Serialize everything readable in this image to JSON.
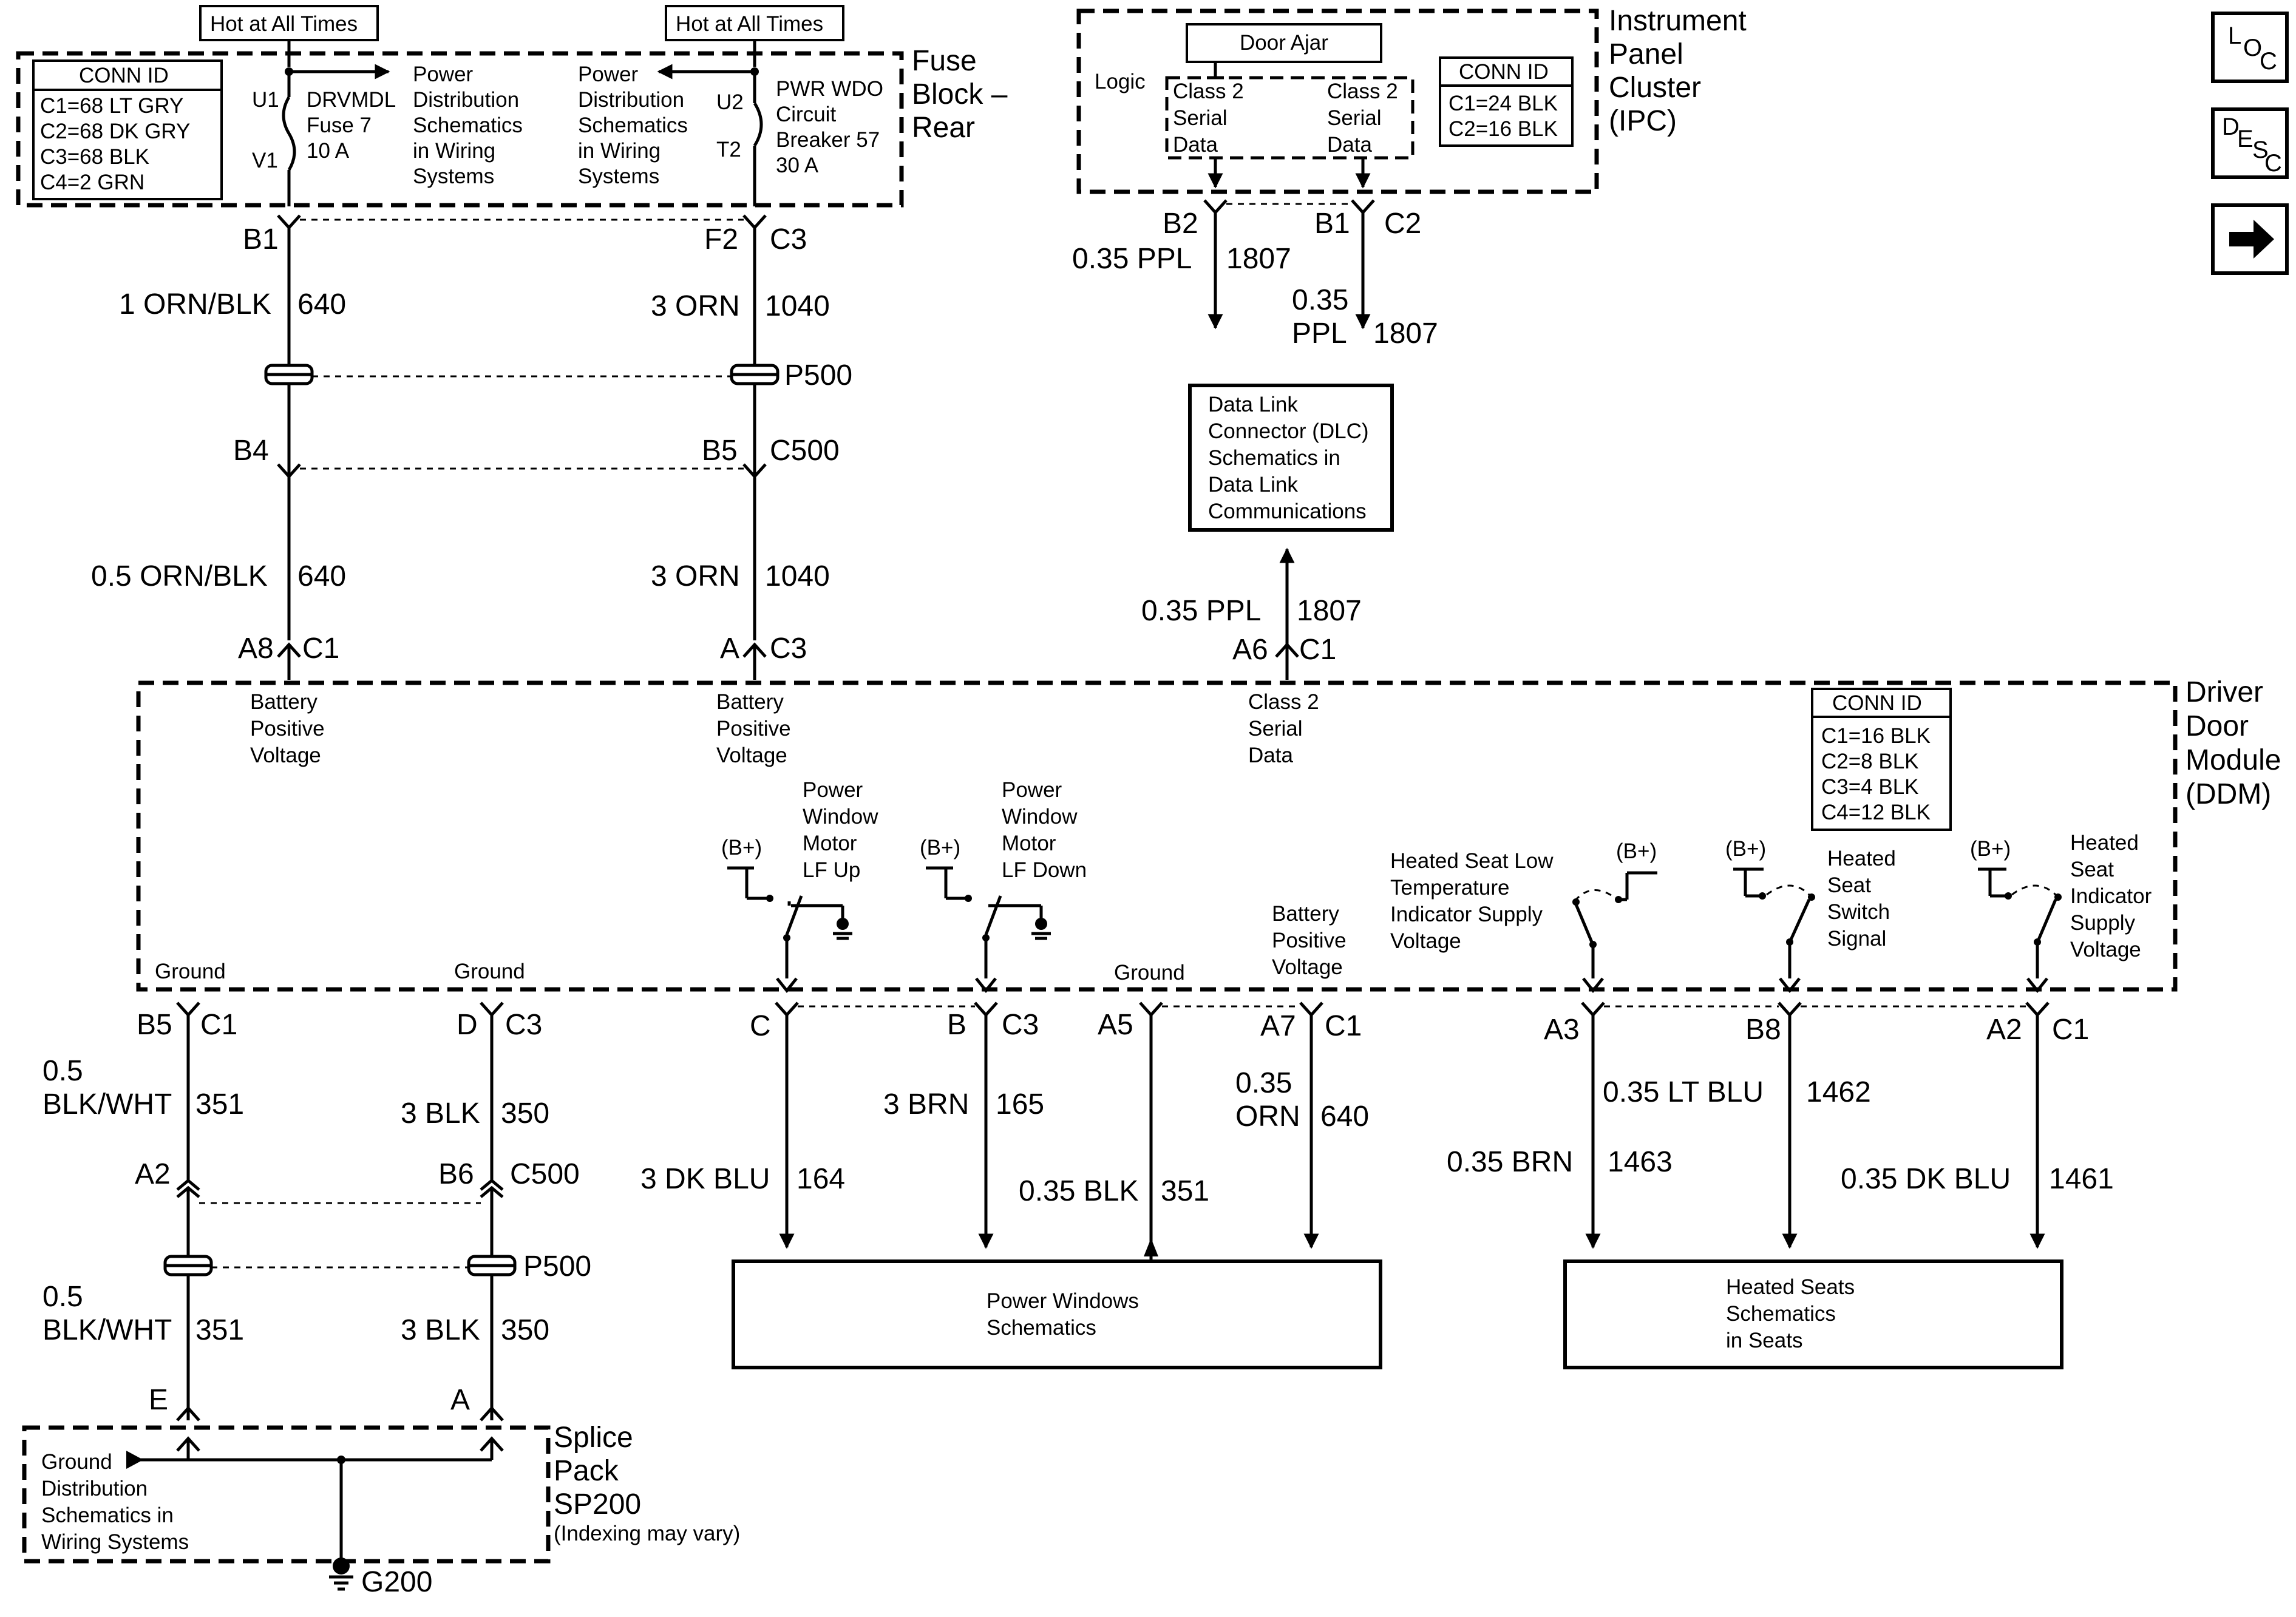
{
  "fuse_block": {
    "title": [
      "Fuse",
      "Block –",
      "Rear"
    ],
    "hot1": "Hot at All Times",
    "hot2": "Hot at All Times",
    "conn_title": "CONN ID",
    "conn": [
      "C1=68 LT GRY",
      "C2=68 DK GRY",
      "C3=68 BLK",
      "C4=2 GRN"
    ],
    "u1": "U1",
    "v1": "V1",
    "u2": "U2",
    "t2": "T2",
    "fuse7": [
      "DRVMDL",
      "Fuse 7",
      "10 A"
    ],
    "pd1": [
      "Power",
      "Distribution",
      "Schematics",
      "in Wiring",
      "Systems"
    ],
    "pd2": [
      "Power",
      "Distribution",
      "Schematics",
      "in Wiring",
      "Systems"
    ],
    "breaker": [
      "PWR WDO",
      "Circuit",
      "Breaker 57",
      "30 A"
    ]
  },
  "ipc": {
    "title": [
      "Instrument",
      "Panel",
      "Cluster",
      "(IPC)"
    ],
    "door_ajar": "Door Ajar",
    "logic": "Logic",
    "serial1": [
      "Class 2",
      "Serial",
      "Data"
    ],
    "serial2": [
      "Class 2",
      "Serial",
      "Data"
    ],
    "conn_title": "CONN ID",
    "conn": [
      "C1=24 BLK",
      "C2=16 BLK"
    ]
  },
  "dlc": [
    "Data Link",
    "Connector (DLC)",
    "Schematics in",
    "Data Link",
    "Communications"
  ],
  "ddm": {
    "title": [
      "Driver",
      "Door",
      "Module",
      "(DDM)"
    ],
    "conn_title": "CONN ID",
    "conn": [
      "C1=16 BLK",
      "C2=8 BLK",
      "C3=4 BLK",
      "C4=12 BLK"
    ],
    "bpv1": [
      "Battery",
      "Positive",
      "Voltage"
    ],
    "bpv2": [
      "Battery",
      "Positive",
      "Voltage"
    ],
    "c2sd": [
      "Class 2",
      "Serial",
      "Data"
    ],
    "pwm_up": [
      "Power",
      "Window",
      "Motor",
      "LF Up"
    ],
    "pwm_down": [
      "Power",
      "Window",
      "Motor",
      "LF Down"
    ],
    "bplus": "(B+)",
    "ground": "Ground",
    "bpv3": [
      "Battery",
      "Positive",
      "Voltage"
    ],
    "hs_low": [
      "Heated Seat Low",
      "Temperature",
      "Indicator Supply",
      "Voltage"
    ],
    "hs_switch": [
      "Heated",
      "Seat",
      "Switch",
      "Signal"
    ],
    "hs_ind": [
      "Heated",
      "Seat",
      "Indicator",
      "Supply",
      "Voltage"
    ]
  },
  "wires": {
    "b1": "B1",
    "f2": "F2",
    "c3": "C3",
    "w640a": "1 ORN/BLK",
    "n640": "640",
    "w1040a": "3 ORN",
    "n1040": "1040",
    "p500": "P500",
    "b4": "B4",
    "b5": "B5",
    "c500": "C500",
    "w640b": "0.5 ORN/BLK",
    "w1040b": "3 ORN",
    "a8": "A8",
    "c1": "C1",
    "a": "A",
    "b2": "B2",
    "c2": "C2",
    "w1807a": "0.35 PPL",
    "n1807": "1807",
    "w1807b": [
      "0.35",
      "PPL"
    ],
    "w1807c": "0.35 PPL",
    "a6": "A6",
    "b5c1": "B5",
    "d": "D",
    "w351a": [
      "0.5",
      "BLK/WHT"
    ],
    "n351": "351",
    "w350": "3 BLK",
    "n350": "350",
    "a2": "A2",
    "b6": "B6",
    "w351b": [
      "0.5",
      "BLK/WHT"
    ],
    "e": "E",
    "c": "C",
    "b": "B",
    "a5": "A5",
    "a7": "A7",
    "w164": "3 DK BLU",
    "n164": "164",
    "w165": "3 BRN",
    "n165": "165",
    "w351c": "0.35 BLK",
    "w640c": [
      "0.35",
      "ORN"
    ],
    "a3": "A3",
    "b8": "B8",
    "a2b": "A2",
    "w1462": "0.35 LT BLU",
    "n1462": "1462",
    "w1463": "0.35 BRN",
    "n1463": "1463",
    "w1461": "0.35 DK BLU",
    "n1461": "1461"
  },
  "power_windows": [
    "Power Windows",
    "Schematics"
  ],
  "heated_seats": [
    "Heated Seats",
    "Schematics",
    "in Seats"
  ],
  "splice": {
    "title": [
      "Splice",
      "Pack",
      "SP200"
    ],
    "indexing": "(Indexing may vary)",
    "gd": [
      "Ground",
      "Distribution",
      "Schematics in",
      "Wiring Systems"
    ],
    "g200": "G200"
  },
  "nav": {
    "loc": [
      "L",
      "O",
      "C"
    ],
    "desc": [
      "D",
      "E",
      "S",
      "C"
    ]
  }
}
